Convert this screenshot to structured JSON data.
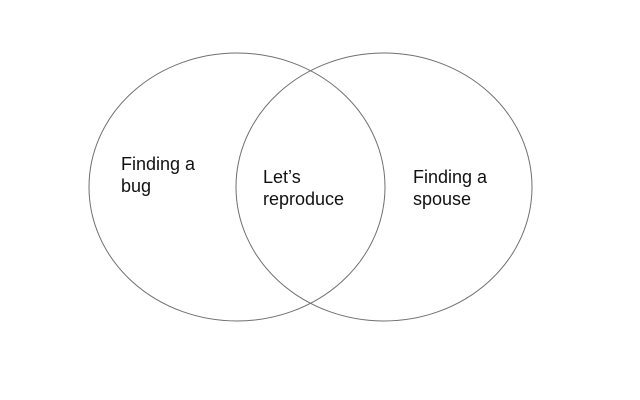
{
  "diagram": {
    "type": "venn",
    "sets": [
      {
        "label": "Finding a\nbug"
      },
      {
        "label": "Finding a\nspouse"
      }
    ],
    "intersection": {
      "label": "Let’s\nreproduce"
    }
  }
}
